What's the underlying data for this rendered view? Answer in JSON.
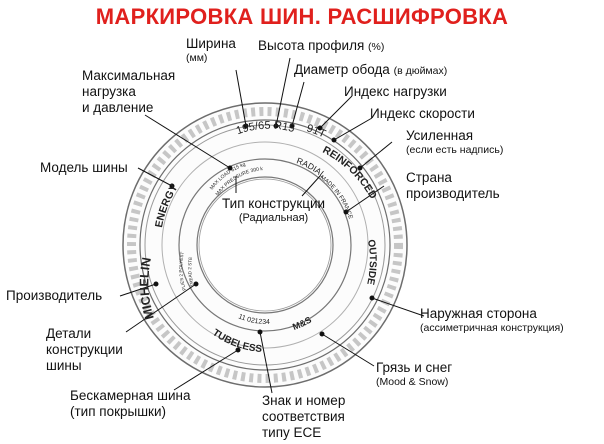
{
  "title": "МАРКИРОВКА ШИН. РАСШИФРОВКА",
  "labels": {
    "width": {
      "main": "Ширина",
      "sub": "(мм)"
    },
    "profile_height": {
      "main": "Высота профиля",
      "sub": "(%)"
    },
    "rim_diameter": {
      "main": "Диаметр обода",
      "sub": "(в дюймах)"
    },
    "load_index": "Индекс нагрузки",
    "speed_index": "Индекс скорости",
    "reinforced": {
      "main": "Усиленная",
      "sub": "(если есть надпись)"
    },
    "country": {
      "line1": "Страна",
      "line2": "производитель"
    },
    "max_load": {
      "line1": "Максимальная",
      "line2": "нагрузка",
      "line3": "и давление"
    },
    "model": "Модель шины",
    "construction_type": {
      "main": "Тип конструкции",
      "sub": "(Радиальная)"
    },
    "manufacturer": "Производитель",
    "construction_details": {
      "line1": "Детали",
      "line2": "конструкции",
      "line3": "шины"
    },
    "outside": {
      "main": "Наружная сторона",
      "sub": "(ассиметричная конструкция)"
    },
    "mud_snow": {
      "main": "Грязь и снег",
      "sub": "(Mood & Snow)"
    },
    "tubeless": {
      "main": "Бескамерная шина",
      "sub": "(тип покрышки)"
    },
    "ece": {
      "line1": "Знак и номер",
      "line2": "соответствия",
      "line3": "типу ECE"
    }
  },
  "tire_text": {
    "size": "195/65 R15",
    "load_speed": "91T",
    "radial": "RADIAL",
    "made_in": "MADE IN FRANCE",
    "reinforced": "REINFORCED",
    "outside": "OUTSIDE",
    "ms": "M&S",
    "tubeless": "TUBELESS",
    "ece_number": "11 021234",
    "brand": "MICHELIN",
    "model": "ENERGY",
    "max_load_1": "MAX LOAD 615 kg",
    "max_load_2": "MAX PRESSURE 300 kPa",
    "plies": "PLIES 2 POLYESTER",
    "tread": "TREAD 2 STEEL"
  }
}
